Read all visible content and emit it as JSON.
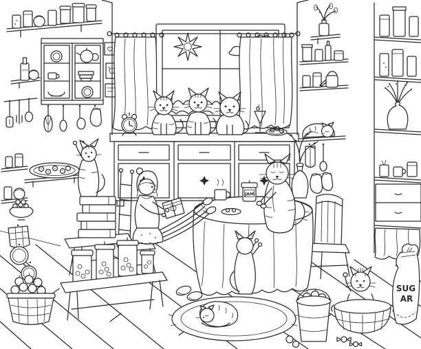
{
  "page": {
    "background": "#ffffff",
    "line_color": "#2b2b2b"
  },
  "illustration": {
    "style": "black-and-white coloring-book line art",
    "setting": "cozy kitchen interior full of cats",
    "elements": [
      "window with sun, clouds and bushes",
      "curtains on a ring rod",
      "three cats sitting on the counter",
      "alarm clock",
      "dessert glass",
      "plate of cookies",
      "wall cabinet with dishes",
      "shelves with jars and canisters",
      "hanging utensils and mitt",
      "tray of cookies on a shelf",
      "hanging frying pans",
      "basket of apples",
      "kitten climbing a stack of books on a stool",
      "bench with preserve jars",
      "girl reading a book with feet on the table",
      "round table with long tablecloth",
      "mug, jam jar and plates on the table",
      "big striped cat standing at the table",
      "small cat begging at the table",
      "chair",
      "vase with branches",
      "cat sleeping on a wall shelf",
      "watering can",
      "hanging towel, ladle and gloves",
      "tall shelf unit with jars, lavender vase and pots",
      "lower cabinet with curtain",
      "rug with sleeping cat",
      "slippers",
      "bucket of apples",
      "kitten in a wooden tub",
      "sugar sack",
      "candies",
      "plank floor"
    ]
  },
  "labels": {
    "jam_jar": "JAM",
    "sugar_sack_line1": "SUG",
    "sugar_sack_line2": "AR"
  }
}
